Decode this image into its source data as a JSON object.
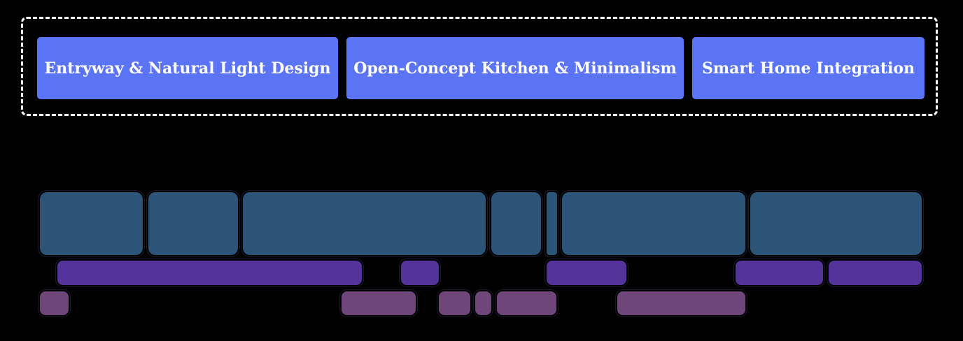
{
  "colors": {
    "background": "#000000",
    "header_button": "#5b73f5",
    "row1_block": "#2c5477",
    "row2_block": "#54339a",
    "row3_block": "#6e4679",
    "group_border": "#ffffff"
  },
  "header": {
    "buttons": [
      {
        "label": "Entryway & Natural Light Design"
      },
      {
        "label": "Open-Concept Kitchen & Minimalism"
      },
      {
        "label": "Smart Home Integration"
      }
    ]
  }
}
